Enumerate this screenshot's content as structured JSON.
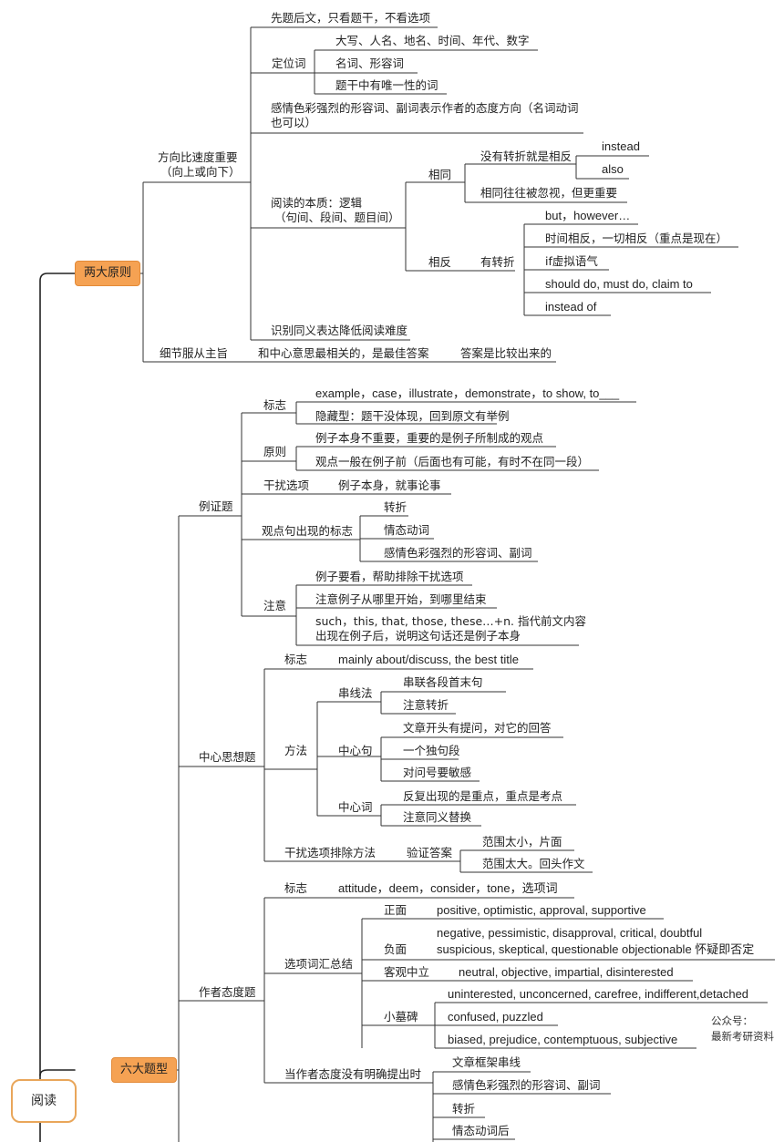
{
  "root": "阅读",
  "branch1": {
    "label": "两大原则",
    "p1": {
      "label": "方向比速度重要",
      "label2": "（向上或向下）",
      "item1": "先题后文，只看题干，不看选项",
      "dingwei": {
        "label": "定位词",
        "items": [
          "大写、人名、地名、时间、年代、数字",
          "名词、形容词",
          "题干中有唯一性的词"
        ]
      },
      "ganqing": [
        "感情色彩强烈的形容词、副词表示作者的态度方向（名词动词",
        "也可以）"
      ],
      "benzhi": {
        "label": "阅读的本质：逻辑",
        "label2": "（句间、段间、题目间）",
        "tongxiang": {
          "label": "相同",
          "meizhuanzhe": "没有转折就是相反",
          "words": [
            "instead",
            "also"
          ],
          "hulue": "相同往往被忽视，但更重要"
        },
        "xiangfan": {
          "label": "相反",
          "youzhuanzhe": "有转折",
          "items": [
            "but，however…",
            "时间相反，一切相反（重点是现在）",
            "if虚拟语气",
            "should do, must do, claim to",
            "instead of"
          ]
        }
      },
      "tongyi": "识别同义表达降低阅读难度"
    },
    "p2": {
      "label": "细节服从主旨",
      "a": "和中心意思最相关的，是最佳答案",
      "b": "答案是比较出来的"
    }
  },
  "branch2": {
    "label": "六大题型",
    "lizheng": {
      "label": "例证题",
      "biaozhi": {
        "label": "标志",
        "items": [
          "example，case，illustrate，demonstrate，to show, to___",
          "隐藏型：题干没体现，回到原文有举例"
        ]
      },
      "yuanze": {
        "label": "原则",
        "items": [
          "例子本身不重要，重要的是例子所制成的观点",
          "观点一般在例子前（后面也有可能，有时不在同一段）"
        ]
      },
      "ganrao": {
        "label": "干扰选项",
        "item": "例子本身，就事论事"
      },
      "guandian": {
        "label": "观点句出现的标志",
        "items": [
          "转折",
          "情态动词",
          "感情色彩强烈的形容词、副词"
        ]
      },
      "zhuyi": {
        "label": "注意",
        "items": [
          "例子要看，帮助排除干扰选项",
          "注意例子从哪里开始，到哪里结束"
        ],
        "such": [
          "such，this, that, those, these…+n. 指代前文内容",
          "出现在例子后，说明这句话还是例子本身"
        ]
      }
    },
    "zhongxin": {
      "label": "中心思想题",
      "biaozhi": {
        "label": "标志",
        "item": "mainly about/discuss, the best title"
      },
      "fangfa": {
        "label": "方法",
        "chuanxian": {
          "label": "串线法",
          "items": [
            "串联各段首末句",
            "注意转折"
          ]
        },
        "zhongxinju": {
          "label": "中心句",
          "items": [
            "文章开头有提问，对它的回答",
            "一个独句段",
            "对问号要敏感"
          ]
        },
        "zhongxinci": {
          "label": "中心词",
          "items": [
            "反复出现的是重点，重点是考点",
            "注意同义替换"
          ]
        }
      },
      "ganrao": {
        "label": "干扰选项排除方法",
        "yanzheng": "验证答案",
        "items": [
          "范围太小，片面",
          "范围太大。回头作文"
        ]
      }
    },
    "taidu": {
      "label": "作者态度题",
      "biaozhi": {
        "label": "标志",
        "item": "attitude，deem，consider，tone，选项词"
      },
      "xuanxiang": {
        "label": "选项词汇总结",
        "zhengmian": {
          "label": "正面",
          "item": "positive, optimistic, approval, supportive"
        },
        "fumian": {
          "label": "负面",
          "lines": [
            "negative, pessimistic, disapproval, critical, doubtful",
            "suspicious, skeptical, questionable objectionable 怀疑即否定"
          ]
        },
        "keguan": {
          "label": "客观中立",
          "item": "neutral, objective, impartial, disinterested"
        },
        "xiaomubei": {
          "label": "小墓碑",
          "items": [
            "uninterested, unconcerned, carefree, indifferent,detached",
            "confused, puzzled",
            "biased, prejudice, contemptuous, subjective"
          ]
        }
      },
      "buming": {
        "label": "当作者态度没有明确提出时",
        "items": [
          "文章框架串线",
          "感情色彩强烈的形容词、副词",
          "转折",
          "情态动词后"
        ]
      }
    }
  },
  "watermark": {
    "line1": "公众号：",
    "line2": "最新考研资料"
  },
  "colors": {
    "line": "#222222",
    "node_fill": "#f5a253",
    "node_border": "#e38a37",
    "root_border": "#e9a65a"
  }
}
